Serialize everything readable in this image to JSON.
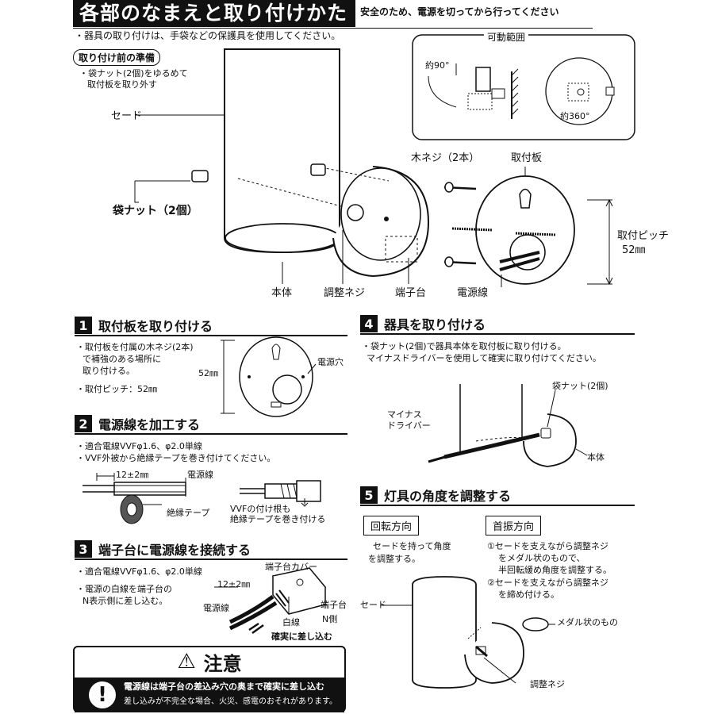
{
  "header": {
    "title": "各部のなまえと取り付けかた",
    "note": "安全のため、電源を切ってから行ってください"
  },
  "intro": {
    "gloves": "・器具の取り付けは、手袋などの保護具を使用してください。",
    "prep_label": "取り付け前の準備",
    "prep_line1": "・袋ナット(2個)をゆるめて",
    "prep_line2": "取付板を取り外す"
  },
  "parts": {
    "shade": "セード",
    "cap_nut": "袋ナット（2個）",
    "body": "本体",
    "adjust_screw": "調整ネジ",
    "terminal": "端子台",
    "wood_screw": "木ネジ（2本）",
    "mount_plate": "取付板",
    "pitch_label": "取付ピッチ",
    "pitch_value": "52㎜",
    "power_cord": "電源線"
  },
  "range": {
    "title": "可動範囲",
    "angle90": "約90°",
    "angle360": "約360°"
  },
  "sections": [
    {
      "num": "1",
      "title": "取付板を取り付ける"
    },
    {
      "num": "2",
      "title": "電源線を加工する"
    },
    {
      "num": "3",
      "title": "端子台に電源線を接続する"
    },
    {
      "num": "4",
      "title": "器具を取り付ける"
    },
    {
      "num": "5",
      "title": "灯具の角度を調整する"
    }
  ],
  "step1": {
    "line1": "・取付板を付属の木ネジ(2本)",
    "line2": "で補強のある場所に",
    "line3": "取り付ける。",
    "pitch": "・取付ピッチ：52㎜",
    "dim": "52㎜",
    "hole": "電源穴"
  },
  "step2": {
    "line1": "・適合電線VVFφ1.6、φ2.0単線",
    "line2": "・VVF外被から絶縁テープを巻き付けてください。",
    "strip": "12±2㎜",
    "wire": "電源線",
    "tape": "絶縁テープ",
    "note1": "VVFの付け根も",
    "note2": "絶縁テープを巻き付ける"
  },
  "step3": {
    "line1": "・適合電線VVFφ1.6、φ2.0単線",
    "line2": "・電源の白線を端子台の",
    "line3": "N表示側に差し込む。",
    "cover": "端子台カバー",
    "strip": "12±2㎜",
    "wire": "電源線",
    "white": "白線",
    "terminal": "端子台",
    "n_side": "N側",
    "insert": "確実に差し込む"
  },
  "caution": {
    "title": "注意",
    "line1": "電源線は端子台の差込み穴の奥まで確実に差し込む",
    "line2": "差し込みが不完全な場合、火災、感電のおそれがあります。"
  },
  "step4": {
    "line1": "・袋ナット(2個)で器具本体を取付板に取り付ける。",
    "line2": "マイナスドライバーを使用して確実に取り付けてください。",
    "cap_nut": "袋ナット(2個)",
    "driver1": "マイナス",
    "driver2": "ドライバー",
    "body": "本体"
  },
  "step5": {
    "rotate_label": "回転方向",
    "rotate_line1": "セードを持って角度",
    "rotate_line2": "を調整する。",
    "tilt_label": "首振方向",
    "tilt_line1": "①セードを支えながら調整ネジ",
    "tilt_line2": "をメダル状のもので、",
    "tilt_line3": "半回転緩め角度を調整する。",
    "tilt_line4": "②セードを支えながら調整ネジ",
    "tilt_line5": "を締め付ける。",
    "shade": "セード",
    "medal": "メダル状のもの",
    "screw": "調整ネジ"
  }
}
